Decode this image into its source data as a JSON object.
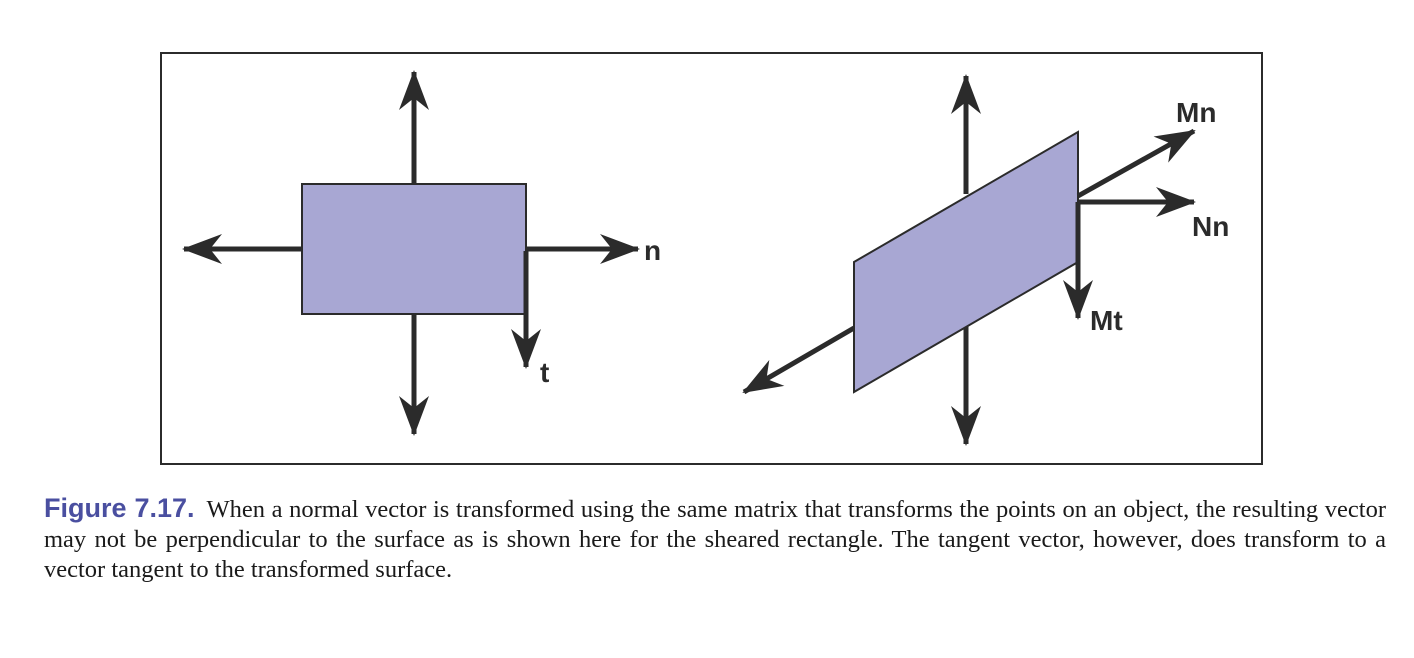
{
  "figure": {
    "left_labels": {
      "normal": "n",
      "tangent": "t"
    },
    "right_labels": {
      "transformed_normal": "Mn",
      "true_normal": "Nn",
      "transformed_tangent": "Mt"
    },
    "colors": {
      "shape_fill": "#a8a7d3",
      "stroke": "#2b2b2b",
      "caption_label": "#4a4fa0"
    }
  },
  "caption": {
    "label": "Figure 7.17.",
    "text": "When a normal vector is transformed using the same matrix that transforms the points on an object, the resulting vector may not be perpendicular to the surface as is shown here for the sheared rectangle. The tangent vector, however, does transform to a vector tangent to the transformed surface."
  }
}
